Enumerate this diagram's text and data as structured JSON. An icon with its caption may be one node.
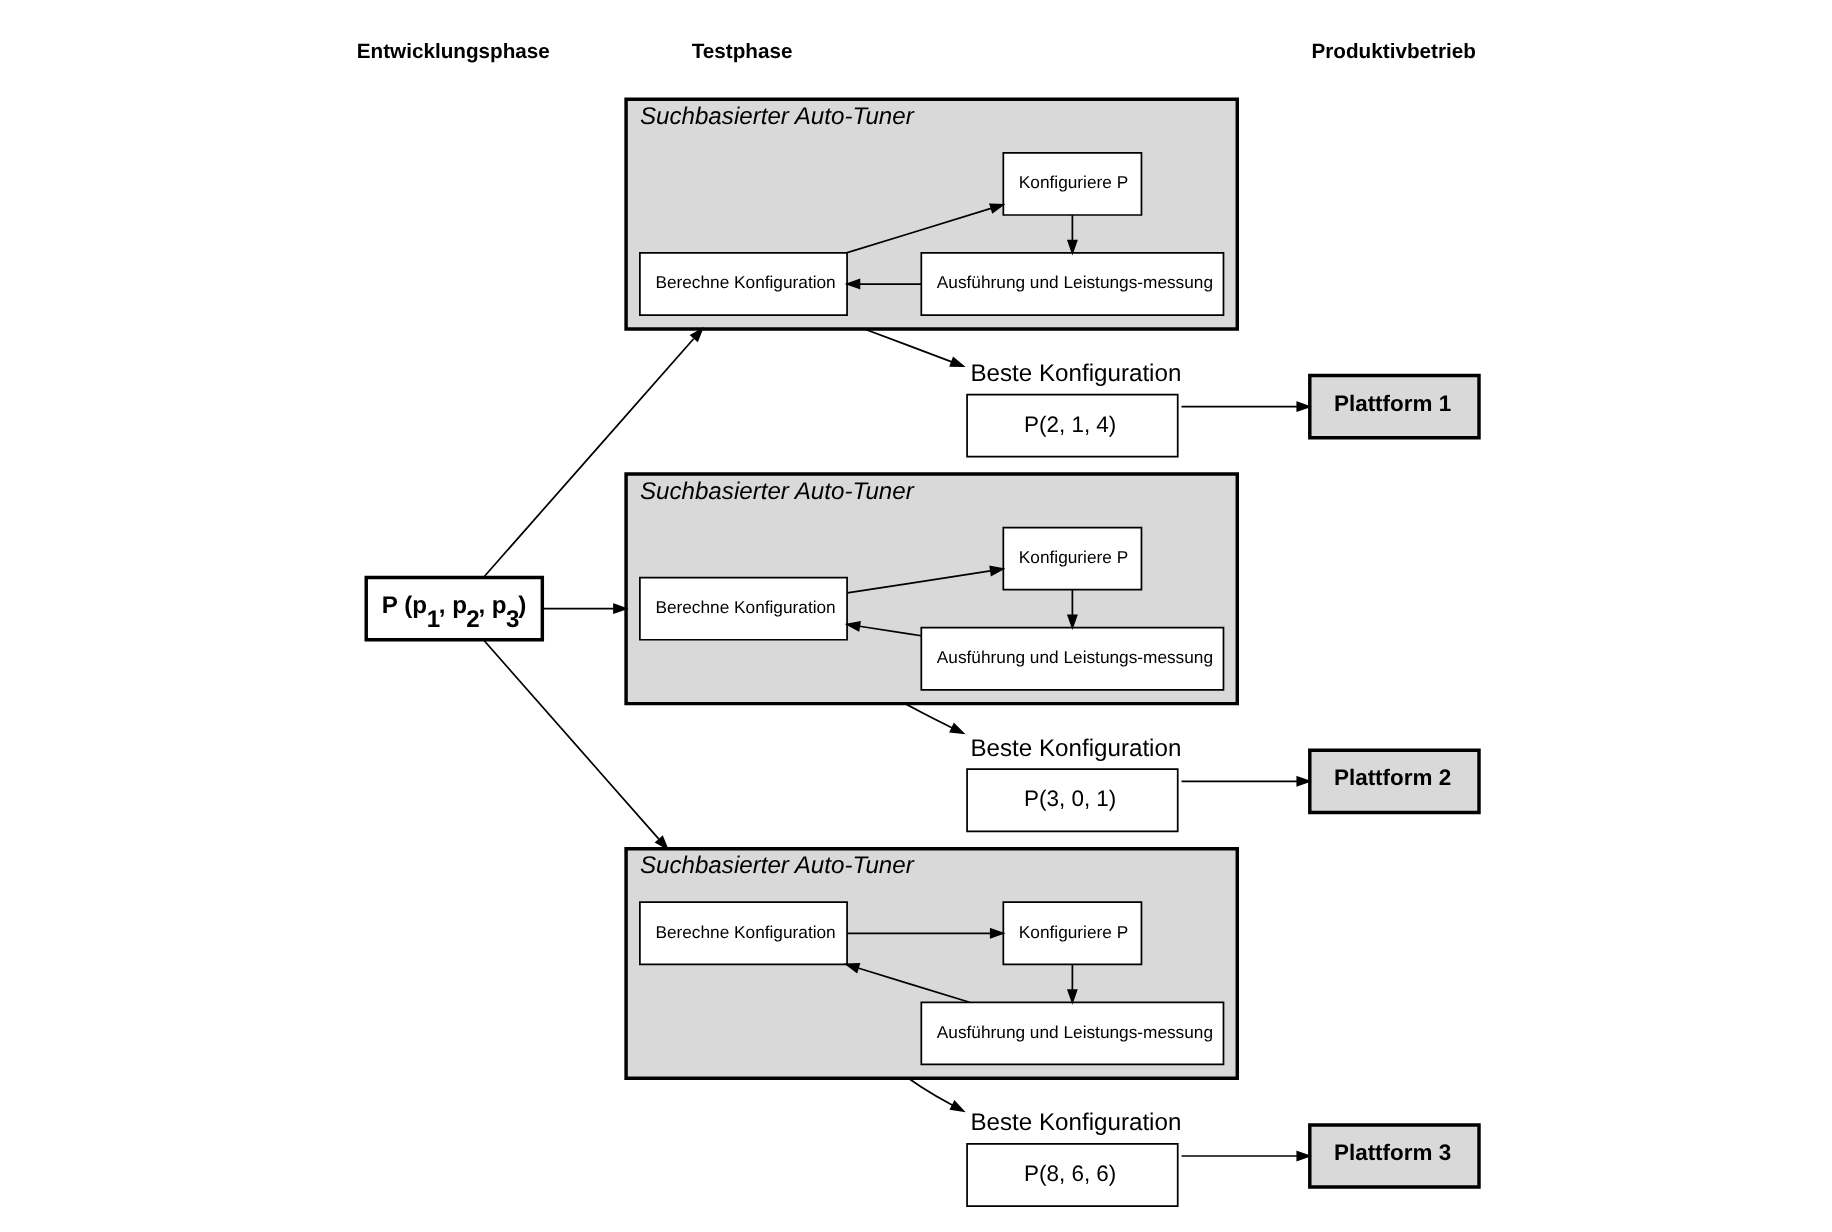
{
  "diagram": {
    "nodes": [
      {
        "text": [
          "P (p$_{1}$, p$_{2}$, p$_{3}$)"
        ]
      },
      {
        "text": [
          "Suchbasierter Auto-Tuner"
        ]
      },
      {
        "text": [
          "Berechne Konfiguration"
        ],
        "in": 1
      },
      {
        "text": [
          "Konfiguriere P"
        ],
        "in": 1
      },
      {
        "text": [
          "Ausführung und Leistungs-messung"
        ],
        "in": 1
      },
      {
        "text": [
          "P(2, 1, 4)"
        ],
        "beside": [
          "Beste Konfiguration"
        ]
      },
      {
        "text": [
          "Plattform 1"
        ]
      },
      {
        "text": [
          "Suchbasierter Auto-Tuner"
        ]
      },
      {
        "text": [
          "Berechne Konfiguration"
        ],
        "in": 7
      },
      {
        "text": [
          "Konfiguriere P"
        ],
        "in": 7
      },
      {
        "text": [
          "Ausführung und Leistungs-messung"
        ],
        "in": 7
      },
      {
        "text": [
          "P(3, 0, 1)"
        ],
        "beside": [
          "Beste Konfiguration"
        ]
      },
      {
        "text": [
          "Plattform 2"
        ]
      },
      {
        "text": [
          "Suchbasierter Auto-Tuner"
        ]
      },
      {
        "text": [
          "Berechne Konfiguration"
        ],
        "in": 13
      },
      {
        "text": [
          "Konfiguriere P"
        ],
        "in": 13
      },
      {
        "text": [
          "Ausführung und Leistungs-messung"
        ],
        "in": 13
      },
      {
        "text": [
          "P(8, 6, 6)"
        ],
        "beside": [
          "Beste Konfiguration"
        ]
      },
      {
        "text": [
          "Plattform 3"
        ]
      }
    ],
    "edges": [
      {
        "from": 0,
        "to": 1,
        "arrow": "to"
      },
      {
        "from": 2,
        "to": 3,
        "arrow": "to"
      },
      {
        "from": 3,
        "to": 4,
        "arrow": "to"
      },
      {
        "from": 4,
        "to": 2,
        "arrow": "to"
      },
      {
        "from": 1,
        "to": 5,
        "arrow": "to"
      },
      {
        "from": 5,
        "to": 6,
        "arrow": "to"
      },
      {
        "from": 0,
        "to": 7,
        "arrow": "to"
      },
      {
        "from": 8,
        "to": 9,
        "arrow": "to"
      },
      {
        "from": 9,
        "to": 10,
        "arrow": "to"
      },
      {
        "from": 10,
        "to": 8,
        "arrow": "to"
      },
      {
        "from": 7,
        "to": 11,
        "arrow": "to"
      },
      {
        "from": 11,
        "to": 12,
        "arrow": "to"
      },
      {
        "from": 0,
        "to": 13,
        "arrow": "to"
      },
      {
        "from": 14,
        "to": 15,
        "arrow": "to"
      },
      {
        "from": 15,
        "to": 16,
        "arrow": "to"
      },
      {
        "from": 16,
        "to": 14,
        "arrow": "to"
      },
      {
        "from": 13,
        "to": 17,
        "arrow": "to"
      },
      {
        "from": 17,
        "to": 18,
        "arrow": "to"
      }
    ],
    "labels": [
      "Entwicklungsphase",
      "Testphase",
      "Produktivbetrieb"
    ]
  }
}
